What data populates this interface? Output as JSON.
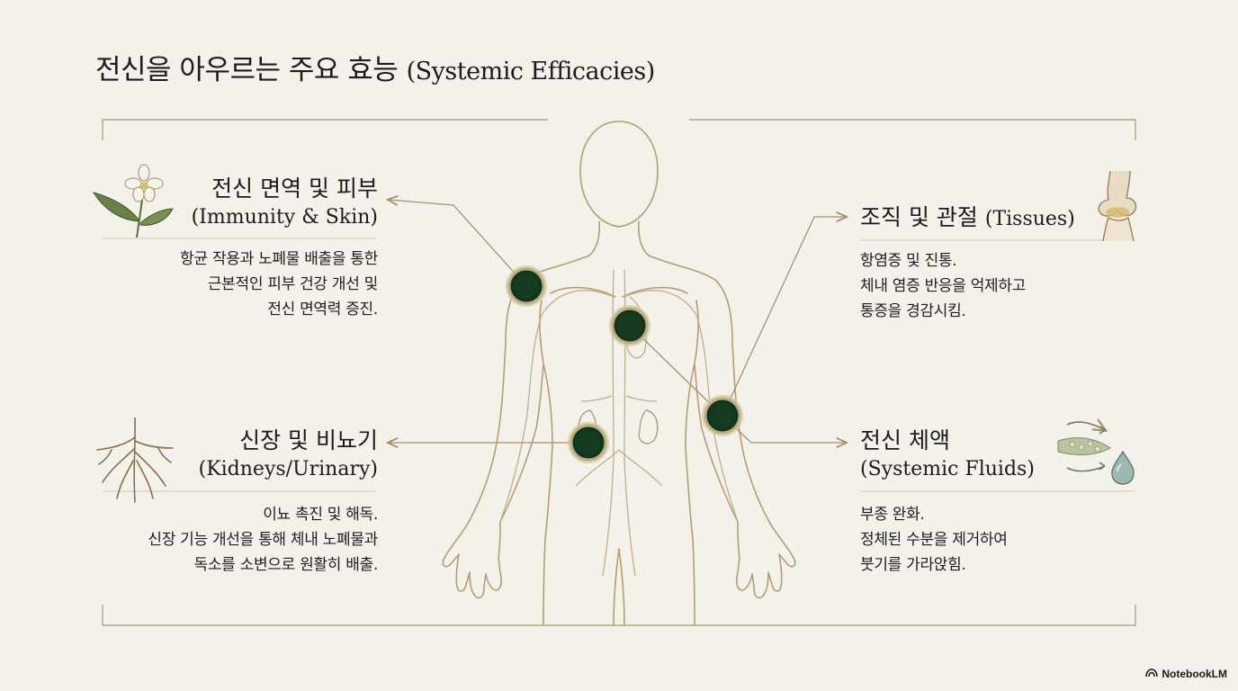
{
  "title": {
    "korean": "전신을 아우르는 주요 효능",
    "english": "(Systemic Efficacies)"
  },
  "sections": {
    "immunity": {
      "heading_ko": "전신 면역 및 피부",
      "heading_en": "(Immunity & Skin)",
      "lines": [
        "항균 작용과 노폐물 배출을 통한",
        "근본적인 피부 건강 개선 및",
        "전신 면역력 증진."
      ],
      "icon": "flower-icon"
    },
    "tissues": {
      "heading_ko": "조직 및 관절",
      "heading_en": "(Tissues)",
      "lines": [
        "항염증 및 진통.",
        "체내 염증 반응을 억제하고",
        "통증을 경감시킴."
      ],
      "icon": "joint-icon"
    },
    "kidneys": {
      "heading_ko": "신장 및 비뇨기",
      "heading_en": "(Kidneys/Urinary)",
      "lines": [
        "이뇨 촉진 및 해독.",
        "신장 기능 개선을 통해 체내 노폐물과",
        "독소를 소변으로 원활히 배출."
      ],
      "icon": "roots-icon"
    },
    "fluids": {
      "heading_ko": "전신 체액",
      "heading_en": "(Systemic Fluids)",
      "lines": [
        "부종 완화.",
        "정체된 수분을 제거하여",
        "붓기를 가라앉힘."
      ],
      "icon": "water-drop-icon"
    }
  },
  "brand": {
    "label": "NotebookLM",
    "icon": "notebooklm-logo-icon"
  },
  "colors": {
    "background": "#f3f1ea",
    "line": "#b09a76",
    "marker_fill": "#1f4a2c",
    "marker_ring": "#c9be93"
  }
}
